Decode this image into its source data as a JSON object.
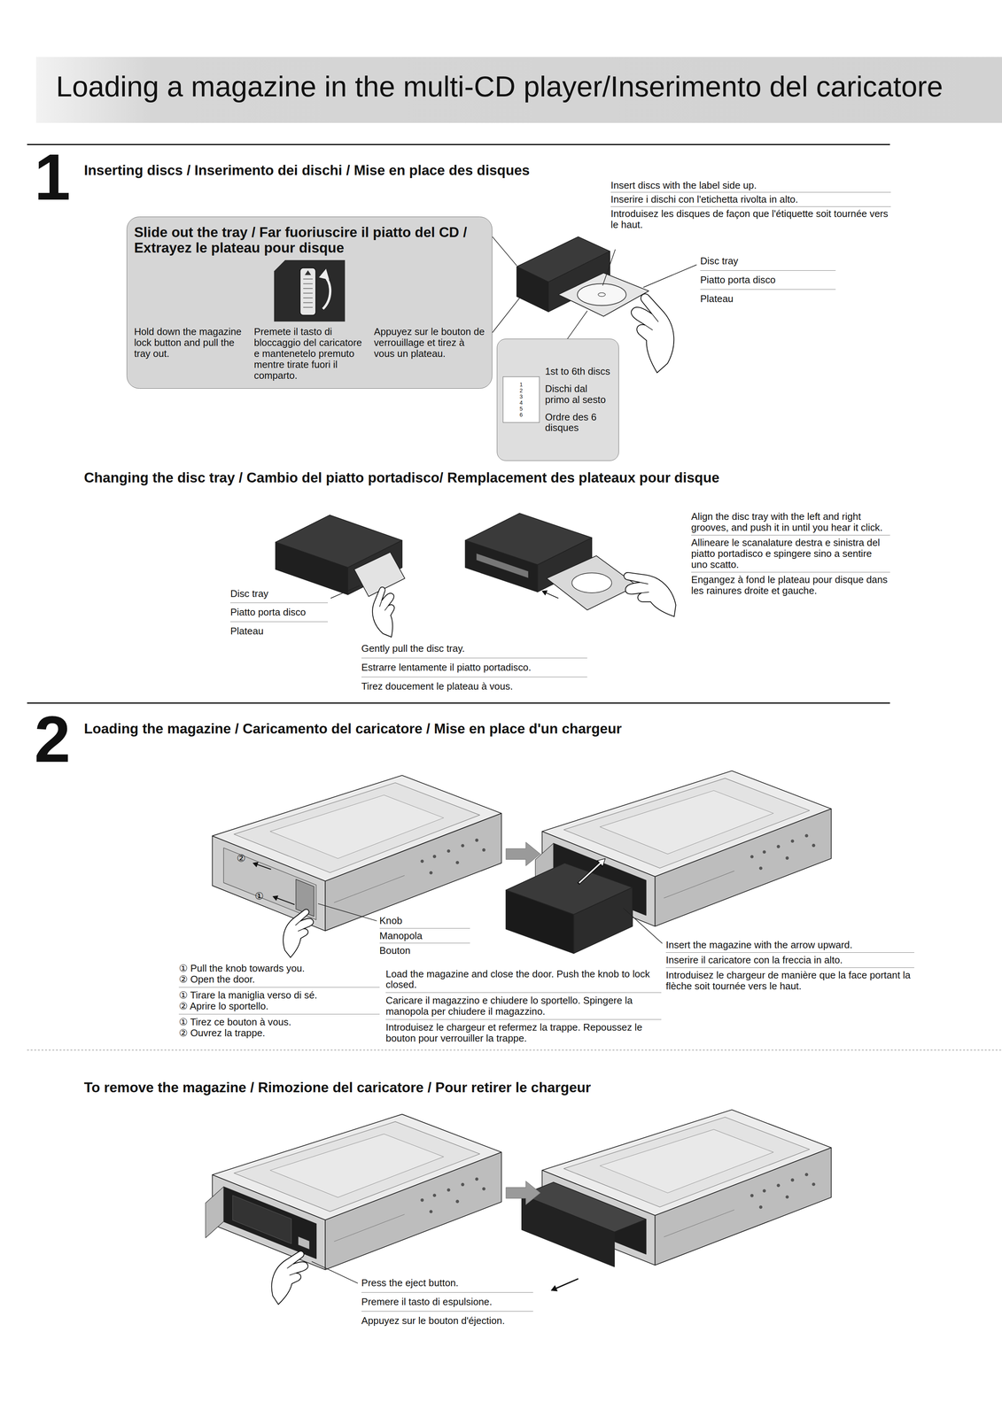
{
  "diagram": {
    "title": "Loading a magazine in the multi-CD player/Inserimento del caricatore",
    "nodes": [
      {
        "text": [
          "Slide out the tray / Far fuoriuscire il piatto del CD / Extrayez le plateau pour disque",
          "Hold down the magazine lock button and pull the tray out.",
          "Premete il tasto di bloccaggio del caricatore e mantenetelo premuto mentre tirate fuori il comparto.",
          "Appuyez sur le bouton de verrouillage et tirez à vous un plateau."
        ]
      },
      {
        "text": [
          "1st to 6th discs",
          "Dischi dal primo al sesto",
          "Ordre des 6 disques"
        ]
      }
    ],
    "labels": [
      "1",
      "Inserting discs / Inserimento dei dischi / Mise en place des disques",
      "Insert discs with the label side up.",
      "Inserire i dischi con l'etichetta rivolta in alto.",
      "Introduisez les disques de façon que l'étiquette soit tournée vers le haut.",
      "Disc tray",
      "Piatto porta disco",
      "Plateau",
      "1",
      "2",
      "3",
      "4",
      "5",
      "6",
      "Changing the disc tray / Cambio del piatto portadisco/ Remplacement des plateaux pour disque",
      "Disc tray",
      "Piatto porta disco",
      "Plateau",
      "Gently pull the disc tray.",
      "Estrarre lentamente il piatto portadisco.",
      "Tirez doucement le plateau à vous.",
      "Align the disc tray with the left and right grooves, and push it in until you hear it click.",
      "Allineare le scanalature destra e sinistra del piatto portadisco e spingere sino a sentire uno scatto.",
      "Engangez à fond le plateau pour disque dans les rainures droite et gauche.",
      "2",
      "Loading the magazine / Caricamento del caricatore / Mise en place d'un chargeur",
      "②",
      "①",
      "Knob",
      "Manopola",
      "Bouton",
      "① Pull the knob towards you.",
      "② Open the door.",
      "① Tirare la maniglia verso di sé.",
      "② Aprire lo sportello.",
      "① Tirez ce bouton à vous.",
      "② Ouvrez la trappe.",
      "Load the magazine and close the door. Push the knob to lock closed.",
      "Caricare il magazzino e chiudere lo sportello. Spingere la manopola per chiudere il magazzino.",
      "Introduisez le chargeur et refermez la trappe. Repoussez le bouton pour verrouiller la trappe.",
      "Insert the magazine with the arrow upward.",
      "Inserire il caricatore con la freccia in alto.",
      "Introduisez le chargeur de manière que la face portant la flèche soit tournée vers le haut.",
      "To remove the magazine / Rimozione del caricatore / Pour retirer le chargeur",
      "Press the eject button.",
      "Premere il tasto di espulsione.",
      "Appuyez sur le bouton d'éjection."
    ]
  }
}
